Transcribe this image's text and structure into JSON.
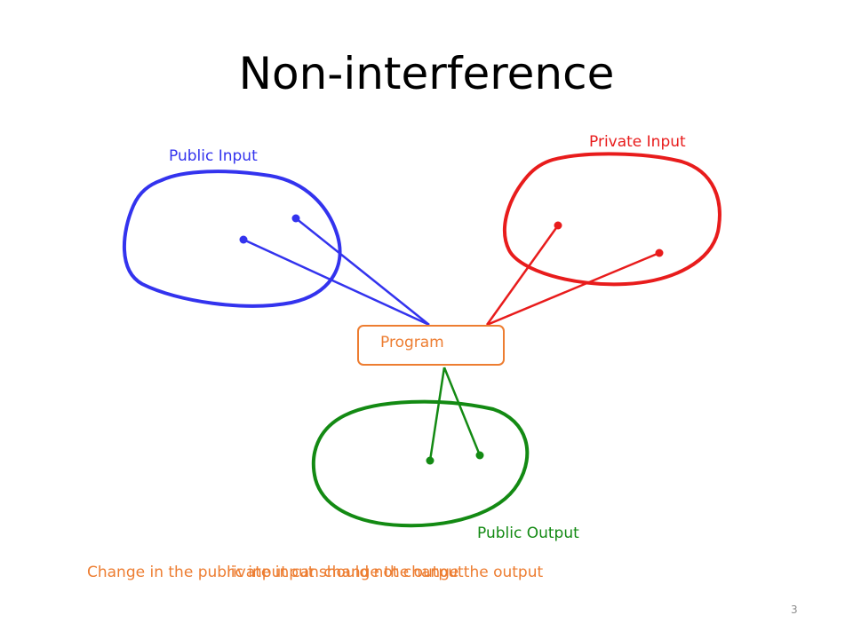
{
  "slide": {
    "title": "Non-interference",
    "page_number": "3"
  },
  "diagram": {
    "public_input_label": "Public Input",
    "private_input_label": "Private Input",
    "program_label": "Program",
    "public_output_label": "Public Output"
  },
  "captions": {
    "primary": "Change in the public input can change the output",
    "overlay": "rivate input should not change the output"
  },
  "colors": {
    "public_input": "#3333ee",
    "private_input": "#e81c1c",
    "program": "#ed7d31",
    "public_output": "#138a13",
    "caption": "#ed7d31",
    "overlay": "#ed7d31"
  }
}
